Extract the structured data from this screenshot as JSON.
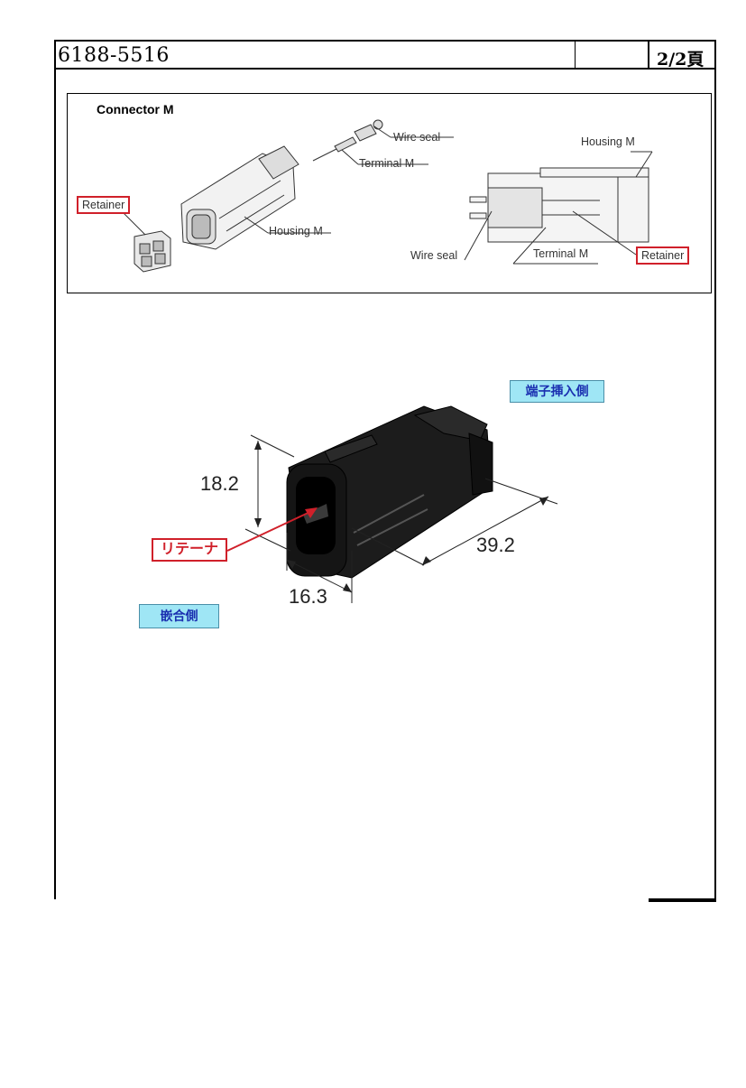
{
  "header": {
    "doc_number": "6188-5516",
    "page_indicator": "2/2頁"
  },
  "exploded_view": {
    "title": "Connector M",
    "labels": {
      "wire_seal_top": "Wire seal",
      "terminal_top": "Terminal M",
      "retainer_left": "Retainer",
      "housing_left": "Housing M",
      "housing_right": "Housing M",
      "wire_seal_bottom": "Wire seal",
      "terminal_bottom": "Terminal M",
      "retainer_right": "Retainer"
    }
  },
  "drawing": {
    "dim_height": "18.2",
    "dim_width": "16.3",
    "dim_length": "39.2",
    "retainer_callout": "リテーナ",
    "terminal_side": "端子挿入側",
    "mating_side": "嵌合側"
  },
  "colors": {
    "callout_red": "#d0202a",
    "tag_fill": "#9fe6f5",
    "tag_text": "#1a2fb0"
  }
}
